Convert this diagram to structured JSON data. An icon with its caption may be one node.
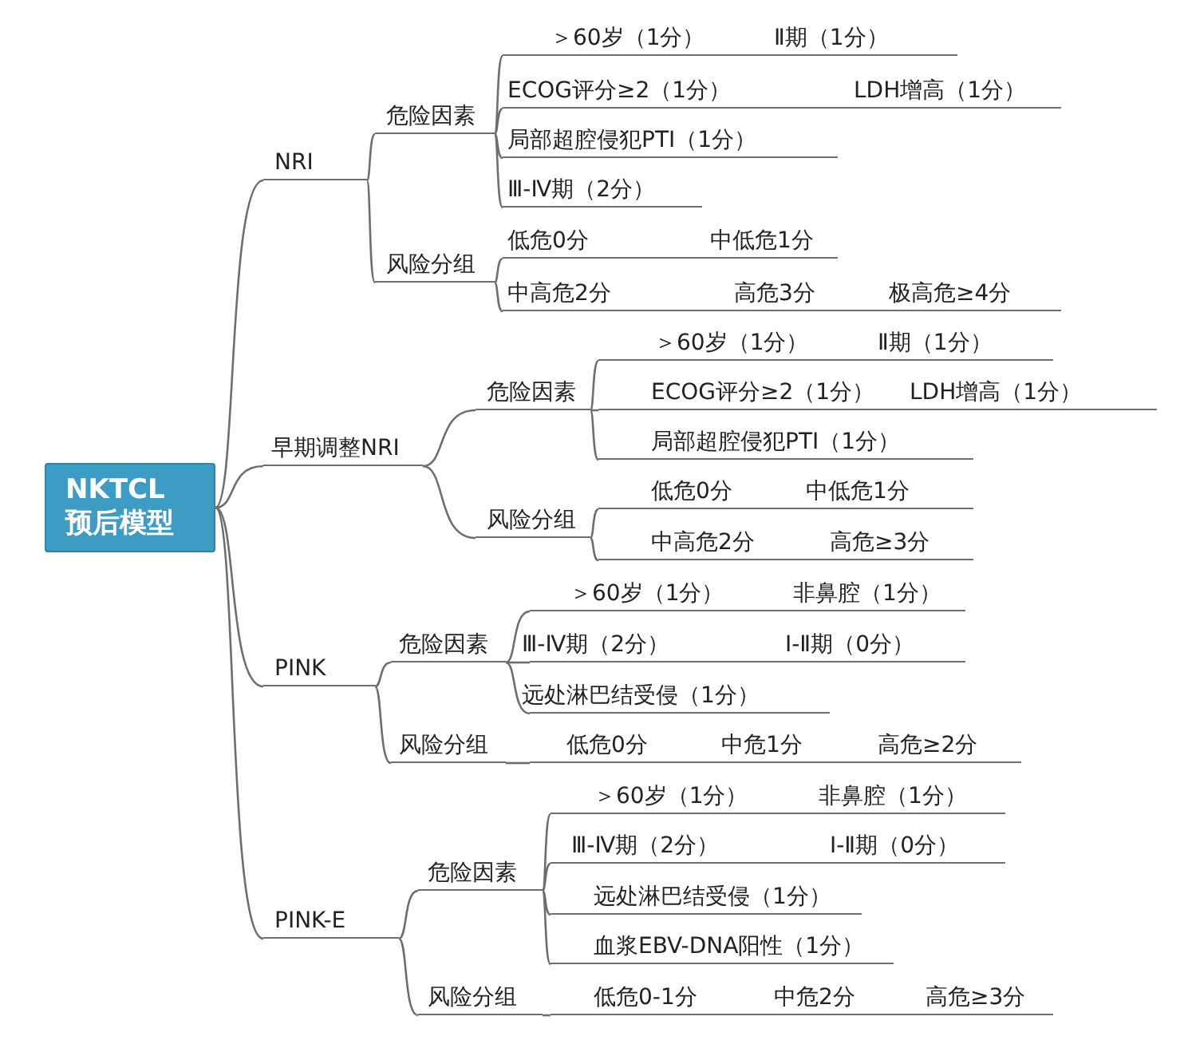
{
  "diagram": {
    "nodes": [
      {
        "text": [
          "NKTCL 预后模型"
        ]
      },
      {
        "text": [
          "NRI"
        ]
      },
      {
        "text": [
          "危险因素"
        ]
      },
      {
        "text": [
          "＞60岁（1分）",
          "Ⅱ期（1分）"
        ]
      },
      {
        "text": [
          "ECOG评分≥2（1分）",
          "LDH增高（1分）"
        ]
      },
      {
        "text": [
          "局部超腔侵犯PTI（1分）"
        ]
      },
      {
        "text": [
          "Ⅲ-Ⅳ期（2分）"
        ]
      },
      {
        "text": [
          "风险分组"
        ]
      },
      {
        "text": [
          "低危0分",
          "中低危1分"
        ]
      },
      {
        "text": [
          "中高危2分",
          "高危3分",
          "极高危≥4分"
        ]
      },
      {
        "text": [
          "早期调整NRI"
        ]
      },
      {
        "text": [
          "危险因素"
        ]
      },
      {
        "text": [
          "＞60岁（1分）",
          "Ⅱ期（1分）"
        ]
      },
      {
        "text": [
          "ECOG评分≥2（1分）",
          "LDH增高（1分）"
        ]
      },
      {
        "text": [
          "局部超腔侵犯PTI（1分）"
        ]
      },
      {
        "text": [
          "风险分组"
        ]
      },
      {
        "text": [
          "低危0分",
          "中低危1分"
        ]
      },
      {
        "text": [
          "中高危2分",
          "高危≥3分"
        ]
      },
      {
        "text": [
          "PINK"
        ]
      },
      {
        "text": [
          "危险因素"
        ]
      },
      {
        "text": [
          "＞60岁（1分）",
          "非鼻腔（1分）"
        ]
      },
      {
        "text": [
          "Ⅲ-Ⅳ期（2分）",
          "Ⅰ-Ⅱ期（0分）"
        ]
      },
      {
        "text": [
          "远处淋巴结受侵（1分）"
        ]
      },
      {
        "text": [
          "风险分组"
        ]
      },
      {
        "text": [
          "低危0分",
          "中危1分",
          "高危≥2分"
        ]
      },
      {
        "text": [
          "PINK-E"
        ]
      },
      {
        "text": [
          "危险因素"
        ]
      },
      {
        "text": [
          "＞60岁（1分）",
          "非鼻腔（1分）"
        ]
      },
      {
        "text": [
          "Ⅲ-Ⅳ期（2分）",
          "Ⅰ-Ⅱ期（0分）"
        ]
      },
      {
        "text": [
          "远处淋巴结受侵（1分）"
        ]
      },
      {
        "text": [
          "血浆EBV-DNA阳性（1分）"
        ]
      },
      {
        "text": [
          "风险分组"
        ]
      },
      {
        "text": [
          "低危0-1分",
          "中危2分",
          "高危≥3分"
        ]
      }
    ],
    "edges": [
      {
        "from": 0,
        "to": 1,
        "arrow": "none"
      },
      {
        "from": 1,
        "to": 2,
        "arrow": "none"
      },
      {
        "from": 2,
        "to": 3,
        "arrow": "none"
      },
      {
        "from": 2,
        "to": 4,
        "arrow": "none"
      },
      {
        "from": 2,
        "to": 5,
        "arrow": "none"
      },
      {
        "from": 2,
        "to": 6,
        "arrow": "none"
      },
      {
        "from": 1,
        "to": 7,
        "arrow": "none"
      },
      {
        "from": 7,
        "to": 8,
        "arrow": "none"
      },
      {
        "from": 7,
        "to": 9,
        "arrow": "none"
      },
      {
        "from": 0,
        "to": 10,
        "arrow": "none"
      },
      {
        "from": 10,
        "to": 11,
        "arrow": "none"
      },
      {
        "from": 11,
        "to": 12,
        "arrow": "none"
      },
      {
        "from": 11,
        "to": 13,
        "arrow": "none"
      },
      {
        "from": 11,
        "to": 14,
        "arrow": "none"
      },
      {
        "from": 10,
        "to": 15,
        "arrow": "none"
      },
      {
        "from": 15,
        "to": 16,
        "arrow": "none"
      },
      {
        "from": 15,
        "to": 17,
        "arrow": "none"
      },
      {
        "from": 0,
        "to": 18,
        "arrow": "none"
      },
      {
        "from": 18,
        "to": 19,
        "arrow": "none"
      },
      {
        "from": 19,
        "to": 20,
        "arrow": "none"
      },
      {
        "from": 19,
        "to": 21,
        "arrow": "none"
      },
      {
        "from": 19,
        "to": 22,
        "arrow": "none"
      },
      {
        "from": 18,
        "to": 23,
        "arrow": "none"
      },
      {
        "from": 23,
        "to": 24,
        "arrow": "none"
      },
      {
        "from": 0,
        "to": 25,
        "arrow": "none"
      },
      {
        "from": 25,
        "to": 26,
        "arrow": "none"
      },
      {
        "from": 26,
        "to": 27,
        "arrow": "none"
      },
      {
        "from": 26,
        "to": 28,
        "arrow": "none"
      },
      {
        "from": 26,
        "to": 29,
        "arrow": "none"
      },
      {
        "from": 26,
        "to": 30,
        "arrow": "none"
      },
      {
        "from": 25,
        "to": 31,
        "arrow": "none"
      },
      {
        "from": 31,
        "to": 32,
        "arrow": "none"
      }
    ]
  }
}
